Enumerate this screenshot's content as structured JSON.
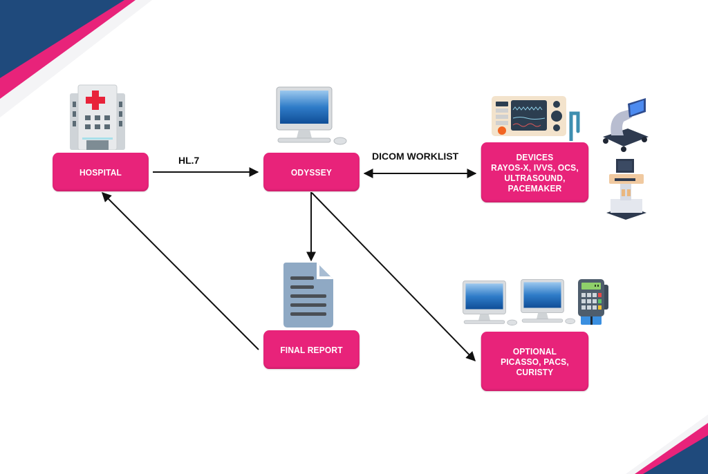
{
  "diagram": {
    "nodes": {
      "hospital": {
        "lines": [
          "HOSPITAL"
        ]
      },
      "odyssey": {
        "lines": [
          "ODYSSEY"
        ]
      },
      "devices": {
        "lines": [
          "DEVICES",
          "RAYOS-X, IVVS, OCS,",
          "ULTRASOUND,",
          "PACEMAKER"
        ]
      },
      "final_report": {
        "lines": [
          "FINAL REPORT"
        ]
      },
      "optional": {
        "lines": [
          "OPTIONAL",
          "PICASSO, PACS,",
          "CURISTY"
        ]
      }
    },
    "edges": [
      {
        "from": "hospital",
        "to": "odyssey",
        "label": "HL.7",
        "direction": "forward"
      },
      {
        "from": "odyssey",
        "to": "devices",
        "label": "DICOM WORKLIST",
        "direction": "both"
      },
      {
        "from": "odyssey",
        "to": "final_report",
        "label": "",
        "direction": "forward"
      },
      {
        "from": "odyssey",
        "to": "optional",
        "label": "",
        "direction": "forward"
      },
      {
        "from": "final_report",
        "to": "hospital",
        "label": "",
        "direction": "forward"
      }
    ],
    "icons": {
      "hospital": "hospital-building-icon",
      "odyssey": "desktop-computer-icon",
      "devices": [
        "patient-monitor-icon",
        "c-arm-xray-icon",
        "ultrasound-cart-icon"
      ],
      "final_report": "document-icon",
      "optional": [
        "desktop-computer-icon",
        "desktop-computer-icon",
        "card-terminal-icon"
      ]
    }
  },
  "colors": {
    "accent_pink": "#e8237a",
    "navy": "#1f4a7c",
    "arrow": "#111111"
  }
}
